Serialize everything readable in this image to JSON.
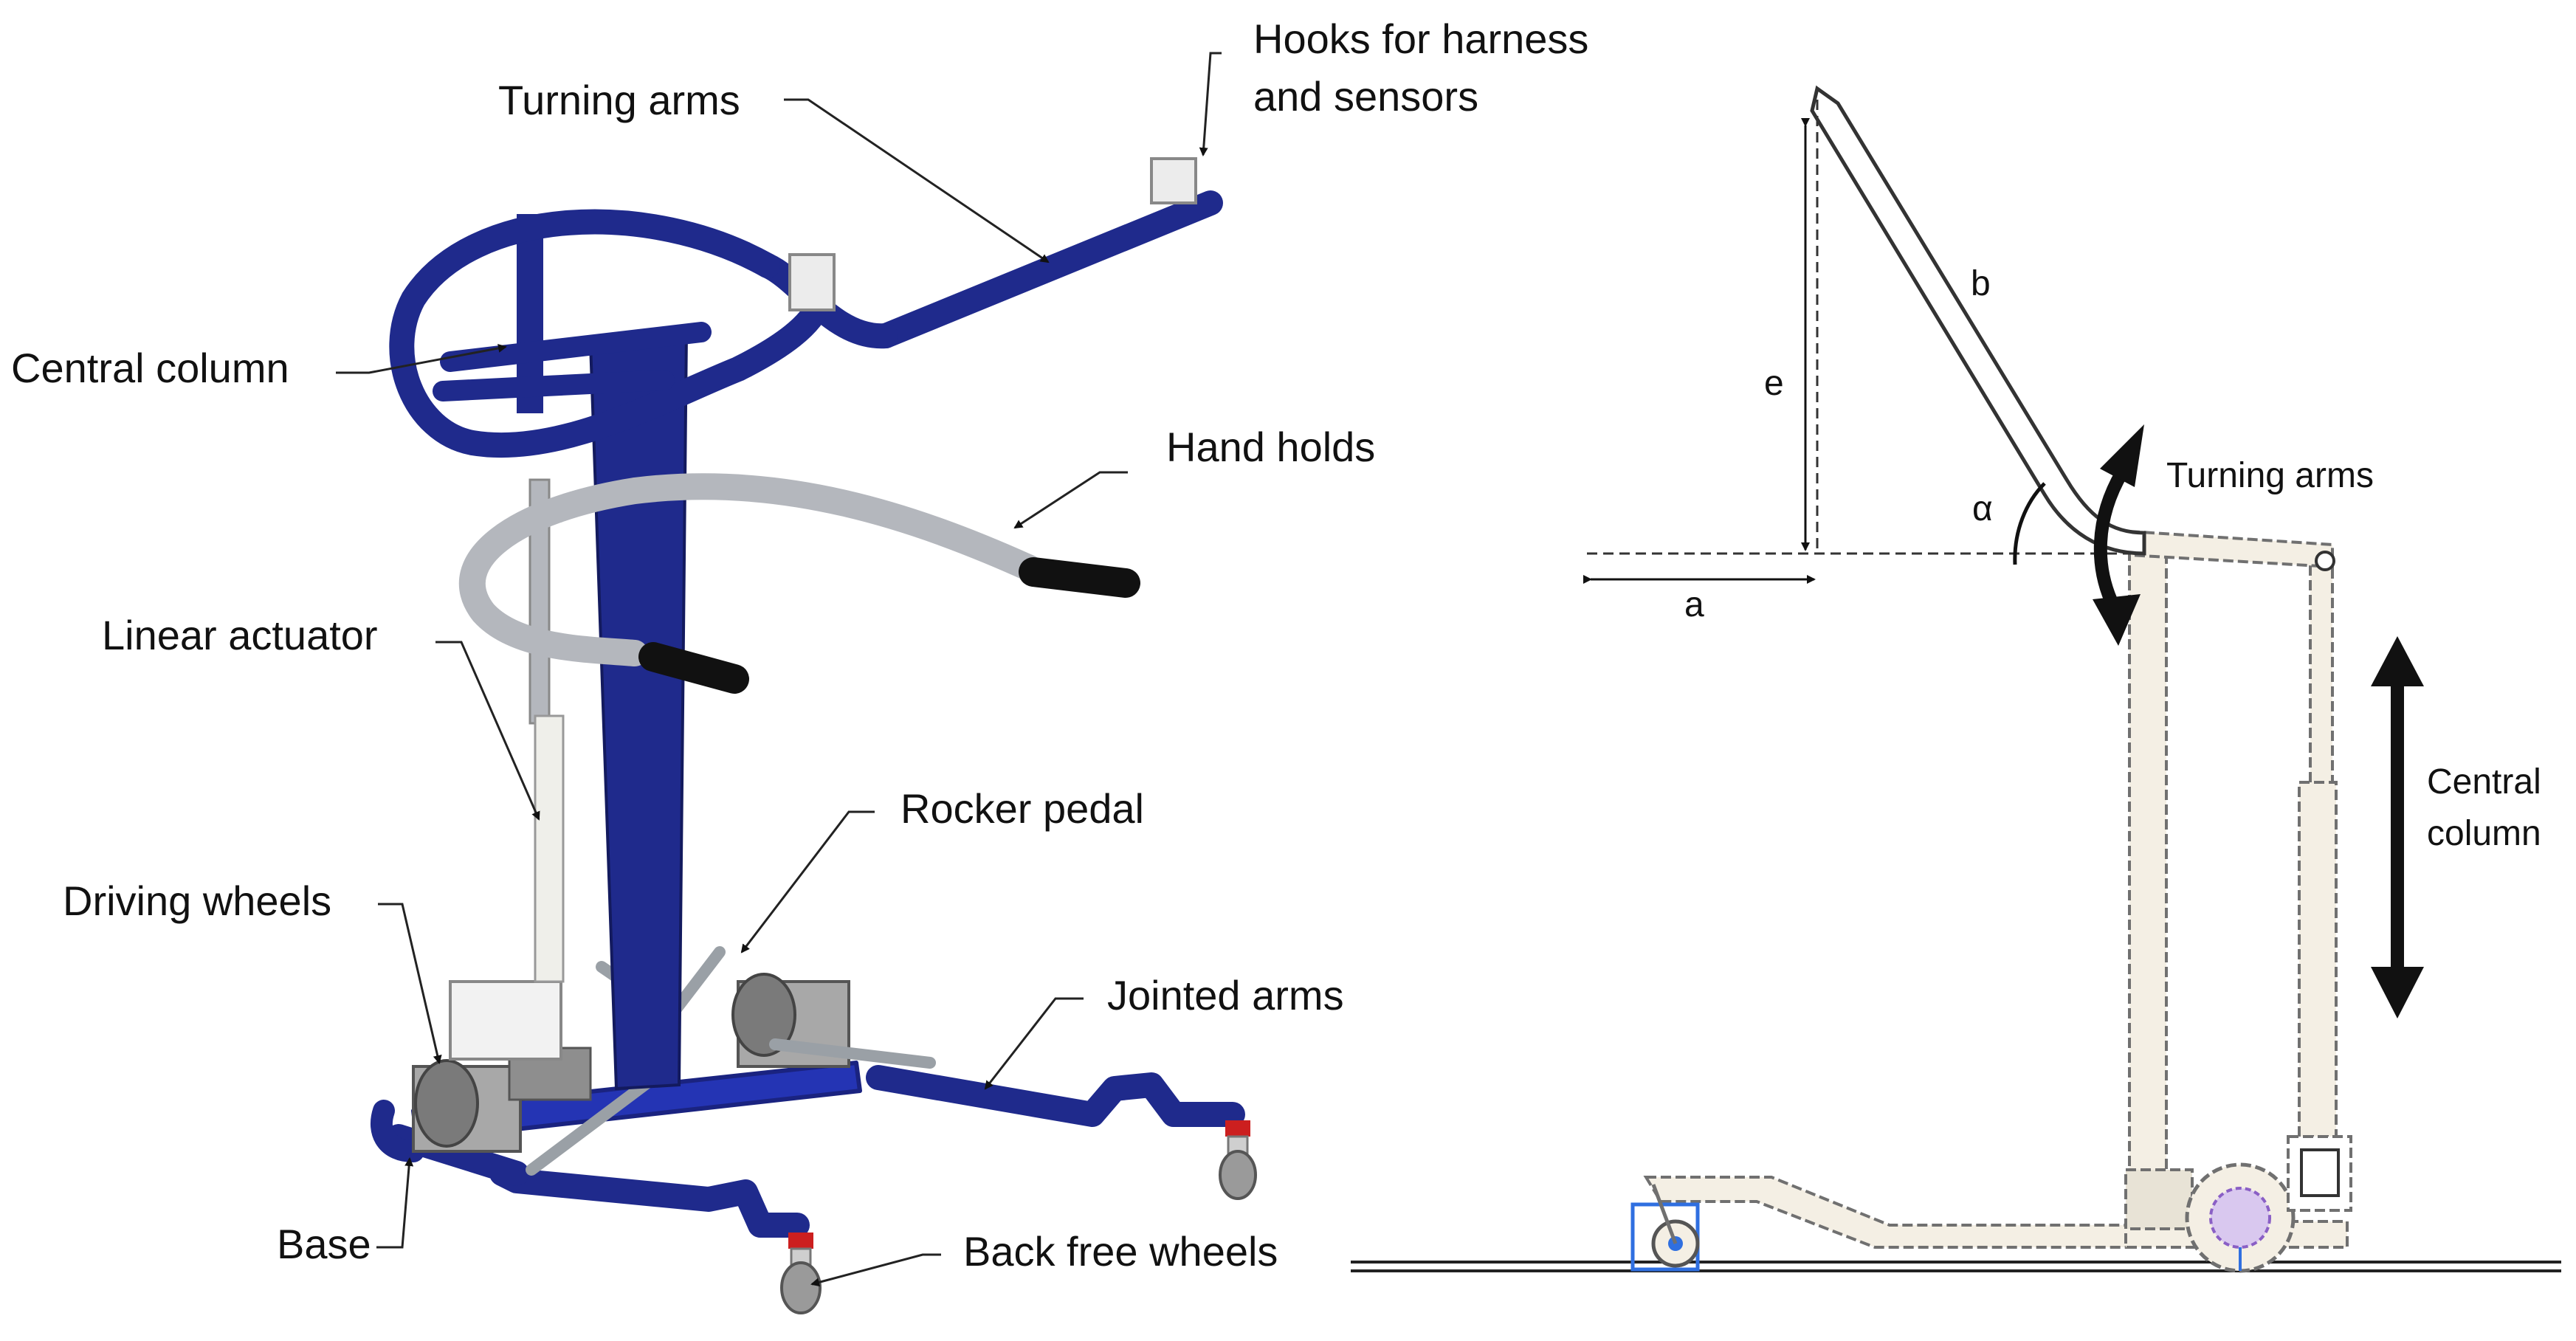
{
  "left_figure": {
    "labels": {
      "turning_arms": "Turning arms",
      "hooks_line1": "Hooks for harness",
      "hooks_line2": "and sensors",
      "central_column": "Central column",
      "hand_holds": "Hand holds",
      "linear_actuator": "Linear actuator",
      "rocker_pedal": "Rocker pedal",
      "driving_wheels": "Driving wheels",
      "jointed_arms": "Jointed arms",
      "base": "Base",
      "back_free_wheels": "Back free wheels"
    }
  },
  "right_figure": {
    "labels": {
      "b": "b",
      "e": "e",
      "a": "a",
      "alpha": "α",
      "turning_arms": "Turning arms",
      "central_line1": "Central",
      "central_line2": "column"
    }
  },
  "colors": {
    "navy": "#1f2a8c",
    "blue": "#2434b4",
    "grey_tube": "#b4b7bd",
    "black": "#111111",
    "outline": "#707070",
    "cream": "#f4efe4",
    "highlight_blue": "#2f6fe0"
  }
}
